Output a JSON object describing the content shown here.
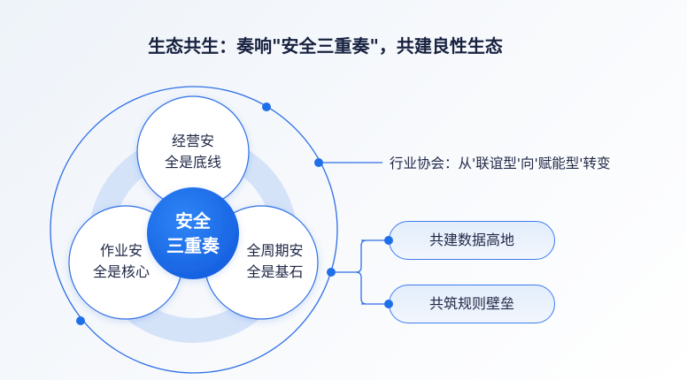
{
  "title": "生态共生：奏响\"安全三重奏\"，共建良性生态",
  "center": {
    "line1": "安全",
    "line2": "三重奏"
  },
  "circles": {
    "top": {
      "line1": "经营安",
      "line2": "全是底线"
    },
    "left": {
      "line1": "作业安",
      "line2": "全是核心"
    },
    "right": {
      "line1": "全周期安",
      "line2": "全是基石"
    }
  },
  "note": "行业协会：从'联谊型'向'赋能型'转变",
  "pills": [
    "共建数据高地",
    "共筑规则壁垒"
  ],
  "colors": {
    "accent": "#1f6fe8",
    "ring": "#d6e4fa",
    "text": "#1f2745"
  }
}
